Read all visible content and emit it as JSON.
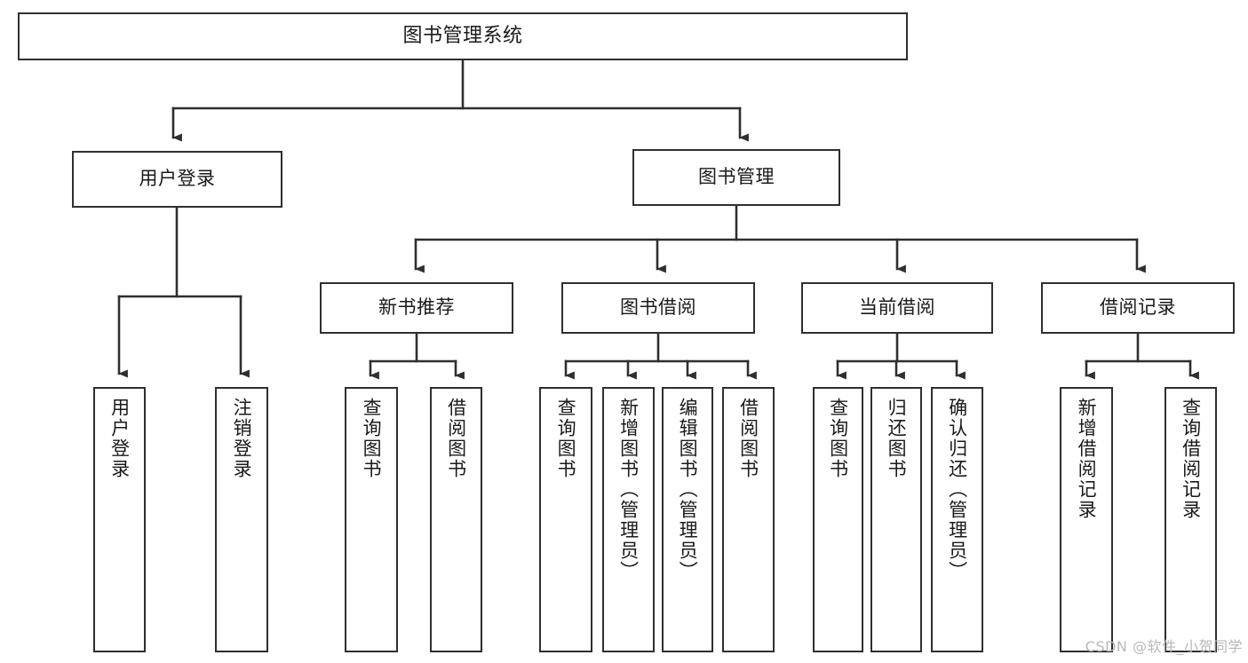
{
  "diagram": {
    "type": "tree-hierarchy-chart",
    "root": {
      "label": "图书管理系统"
    },
    "level1": [
      {
        "label": "用户登录"
      },
      {
        "label": "图书管理"
      }
    ],
    "level2": [
      {
        "label": "新书推荐"
      },
      {
        "label": "图书借阅"
      },
      {
        "label": "当前借阅"
      },
      {
        "label": "借阅记录"
      }
    ],
    "leaves": {
      "user_login": [
        {
          "label": "用户登录"
        },
        {
          "label": "注销登录"
        }
      ],
      "new_book_recommend": [
        {
          "label": "查询图书"
        },
        {
          "label": "借阅图书"
        }
      ],
      "book_borrow": [
        {
          "label": "查询图书"
        },
        {
          "label": "新增图书（管理员）"
        },
        {
          "label": "编辑图书（管理员）"
        },
        {
          "label": "借阅图书"
        }
      ],
      "current_borrow": [
        {
          "label": "查询图书"
        },
        {
          "label": "归还图书"
        },
        {
          "label": "确认归还（管理员）"
        }
      ],
      "borrow_record": [
        {
          "label": "新增借阅记录"
        },
        {
          "label": "查询借阅记录"
        }
      ]
    }
  },
  "watermark": {
    "text": "CSDN @软件_小贺同学"
  },
  "colors": {
    "border": "#2f2f2f",
    "background": "#ffffff",
    "text": "#1a1a1a",
    "watermark": "#b8b8b8"
  }
}
